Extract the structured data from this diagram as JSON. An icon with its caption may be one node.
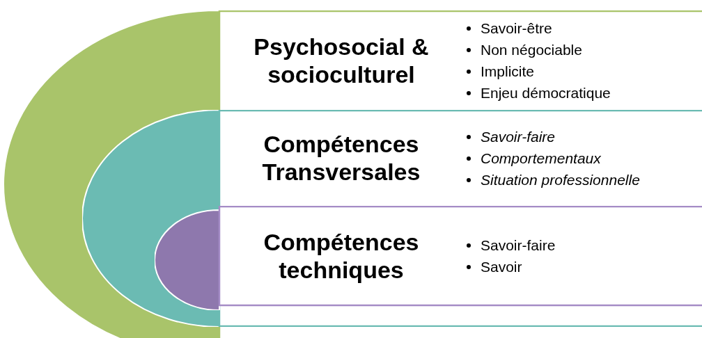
{
  "diagram": {
    "nodes": [
      {
        "text": [
          "Psychosocial & socioculturel",
          "Savoir-être",
          "Non négociable",
          "Implicite",
          "Enjeu démocratique"
        ]
      },
      {
        "text": [
          "Compétences Transversales",
          "Savoir-faire",
          "Comportementaux",
          "Situation professionnelle"
        ],
        "in": 0
      },
      {
        "text": [
          "Compétences techniques",
          "Savoir-faire",
          "Savoir"
        ],
        "in": 1
      }
    ]
  }
}
